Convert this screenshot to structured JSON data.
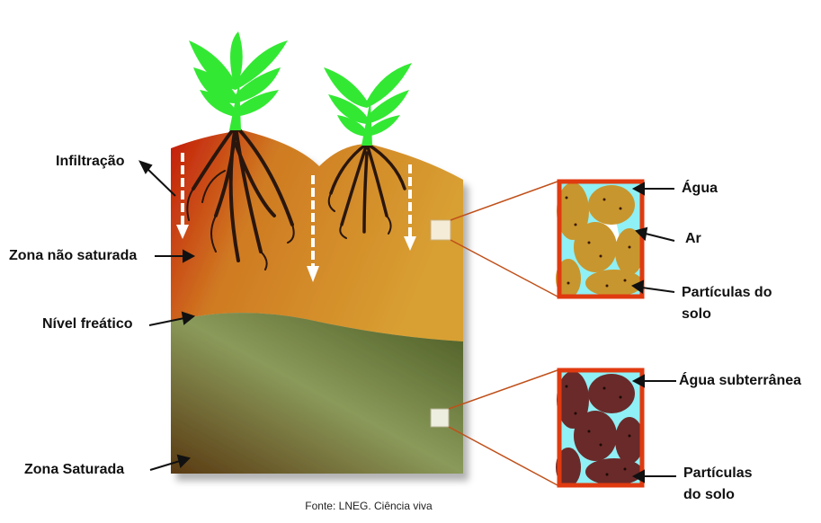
{
  "labels": {
    "infiltration": "Infiltração",
    "unsaturated_zone": "Zona não saturada",
    "water_table": "Nível freático",
    "saturated_zone": "Zona Saturada",
    "water": "Água",
    "air": "Ar",
    "soil_particles_top_1": "Partículas do",
    "soil_particles_top_2": "solo",
    "groundwater": "Água subterrânea",
    "soil_particles_bottom_1": "Partículas",
    "soil_particles_bottom_2": "do solo"
  },
  "source": "Fonte: LNEG. Ciência viva",
  "colors": {
    "unsaturated": "#d89a2a",
    "saturated": "#6b6a30",
    "water": "#8ff0f5",
    "frame": "#e03a10",
    "particle_dry": "#c8962e",
    "particle_wet": "#6a2a2a",
    "leaf": "#33e833",
    "root": "#2a160c"
  }
}
